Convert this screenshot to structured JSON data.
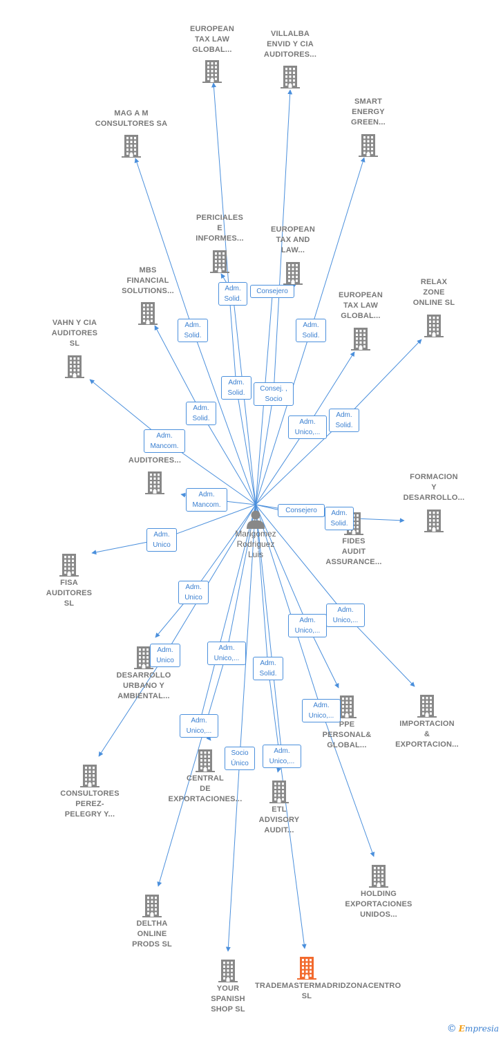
{
  "center": {
    "name": "Marigomez\nRodriguez\nLuis"
  },
  "colors": {
    "edge": "#4a8fdc",
    "building": "#888888",
    "highlight": "#f26a2e",
    "label": "#777777"
  },
  "companies": [
    {
      "id": "european_tax_1",
      "label": "EUROPEAN\nTAX LAW\nGLOBAL..."
    },
    {
      "id": "villalba",
      "label": "VILLALBA\nENVID Y CIA\nAUDITORES..."
    },
    {
      "id": "smart_energy",
      "label": "SMART\nENERGY\nGREEN..."
    },
    {
      "id": "mag_a_m",
      "label": "MAG A M\nCONSULTORES SA"
    },
    {
      "id": "periciales",
      "label": "PERICIALES\nE\nINFORMES..."
    },
    {
      "id": "european_tax_and",
      "label": "EUROPEAN\nTAX AND\nLAW..."
    },
    {
      "id": "mbs",
      "label": "MBS\nFINANCIAL\nSOLUTIONS..."
    },
    {
      "id": "european_tax_2",
      "label": "EUROPEAN\nTAX LAW\nGLOBAL..."
    },
    {
      "id": "relax_zone",
      "label": "RELAX\nZONE\nONLINE  SL"
    },
    {
      "id": "vahn",
      "label": "VAHN Y CIA\nAUDITORES\nSL"
    },
    {
      "id": "g_auditores",
      "label": "G...\nAUDITORES..."
    },
    {
      "id": "formacion",
      "label": "FORMACION\nY\nDESARROLLO..."
    },
    {
      "id": "fides",
      "label": "FIDES\nAUDIT\nASSURANCE..."
    },
    {
      "id": "fisa",
      "label": "FISA\nAUDITORES\nSL"
    },
    {
      "id": "desarrollo",
      "label": "DESARROLLO\nURBANO Y\nAMBIENTAL..."
    },
    {
      "id": "ppe",
      "label": "PPE\nPERSONAL&\nGLOBAL..."
    },
    {
      "id": "importacion",
      "label": "IMPORTACION\n&\nEXPORTACION..."
    },
    {
      "id": "consultores_perez",
      "label": "CONSULTORES\nPEREZ-\nPELEGRY Y..."
    },
    {
      "id": "central",
      "label": "CENTRAL\nDE\nEXPORTACIONES..."
    },
    {
      "id": "etl",
      "label": "ETL\nADVISORY\nAUDIT..."
    },
    {
      "id": "holding",
      "label": "HOLDING\nEXPORTACIONES\nUNIDOS..."
    },
    {
      "id": "deltha",
      "label": "DELTHA\nONLINE\nPRODS  SL"
    },
    {
      "id": "your_spanish",
      "label": "YOUR\nSPANISH\nSHOP  SL"
    },
    {
      "id": "trademaster",
      "label": "TRADEMASTERMADRIDZONACENTRO\nSL",
      "highlight": true
    }
  ],
  "roles": [
    {
      "text": "Adm.\nSolid."
    },
    {
      "text": "Consejero"
    },
    {
      "text": "Adm.\nSolid."
    },
    {
      "text": "Adm.\nSolid."
    },
    {
      "text": "Adm.\nSolid."
    },
    {
      "text": "Consej. ,\nSocio"
    },
    {
      "text": "Adm.\nSolid."
    },
    {
      "text": "Adm.\nUnico,..."
    },
    {
      "text": "Adm.\nSolid."
    },
    {
      "text": "Adm.\nMancom."
    },
    {
      "text": "Adm.\nMancom."
    },
    {
      "text": "Consejero"
    },
    {
      "text": "Adm.\nSolid."
    },
    {
      "text": "Adm.\nUnico"
    },
    {
      "text": "Adm.\nUnico"
    },
    {
      "text": "Adm.\nUnico"
    },
    {
      "text": "Adm.\nUnico,..."
    },
    {
      "text": "Adm.\nUnico,..."
    },
    {
      "text": "Adm.\nSolid."
    },
    {
      "text": "Adm.\nUnico,..."
    },
    {
      "text": "Adm.\nUnico,..."
    },
    {
      "text": "Adm.\nUnico,..."
    },
    {
      "text": "Socio\nÚnico"
    },
    {
      "text": "Adm.\nUnico,..."
    }
  ],
  "brand": {
    "copyright": "©",
    "first_letter": "E",
    "rest": "mpresia"
  }
}
